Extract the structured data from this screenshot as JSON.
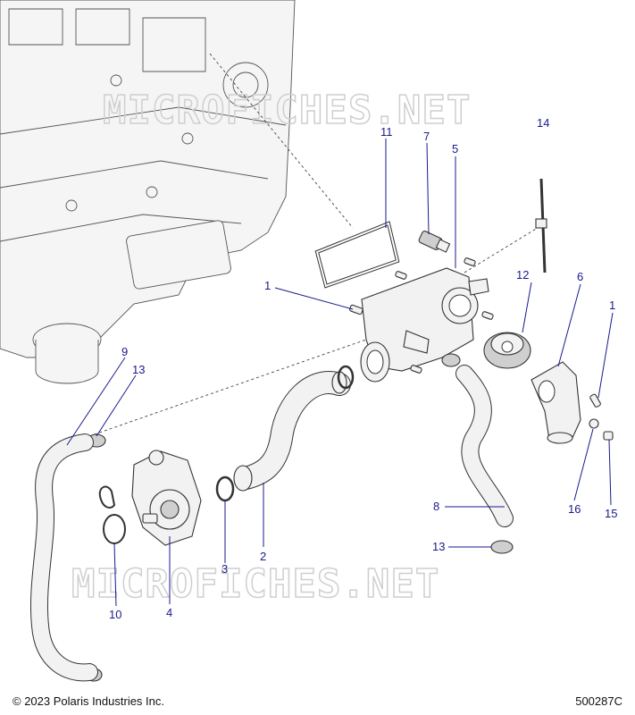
{
  "watermark": "MICROFICHES.NET",
  "copyright": "© 2023 Polaris Industries Inc.",
  "drawing_number": "500287C",
  "callouts": {
    "c1a": "1",
    "c1b": "1",
    "c2": "2",
    "c3": "3",
    "c4": "4",
    "c5": "5",
    "c6": "6",
    "c7": "7",
    "c8": "8",
    "c9": "9",
    "c10": "10",
    "c11": "11",
    "c12": "12",
    "c13a": "13",
    "c13b": "13",
    "c14": "14",
    "c15": "15",
    "c16": "16"
  }
}
